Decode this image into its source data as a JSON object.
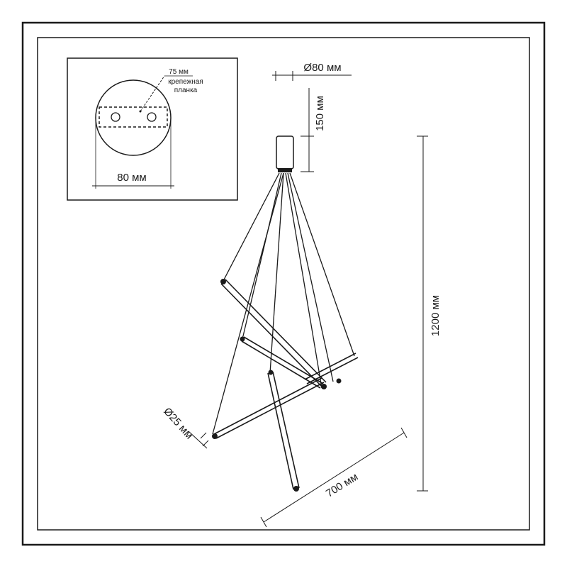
{
  "inset": {
    "dim_75": "75 мм",
    "plate_label_line1": "крепежная",
    "plate_label_line2": "планка",
    "dim_80": "80 мм"
  },
  "main": {
    "dim_canopy_diameter": "Ø80 мм",
    "dim_canopy_height": "150 мм",
    "dim_total_height": "1200 мм",
    "dim_tube_diameter": "Ø25 мм",
    "dim_width": "700 мм"
  }
}
